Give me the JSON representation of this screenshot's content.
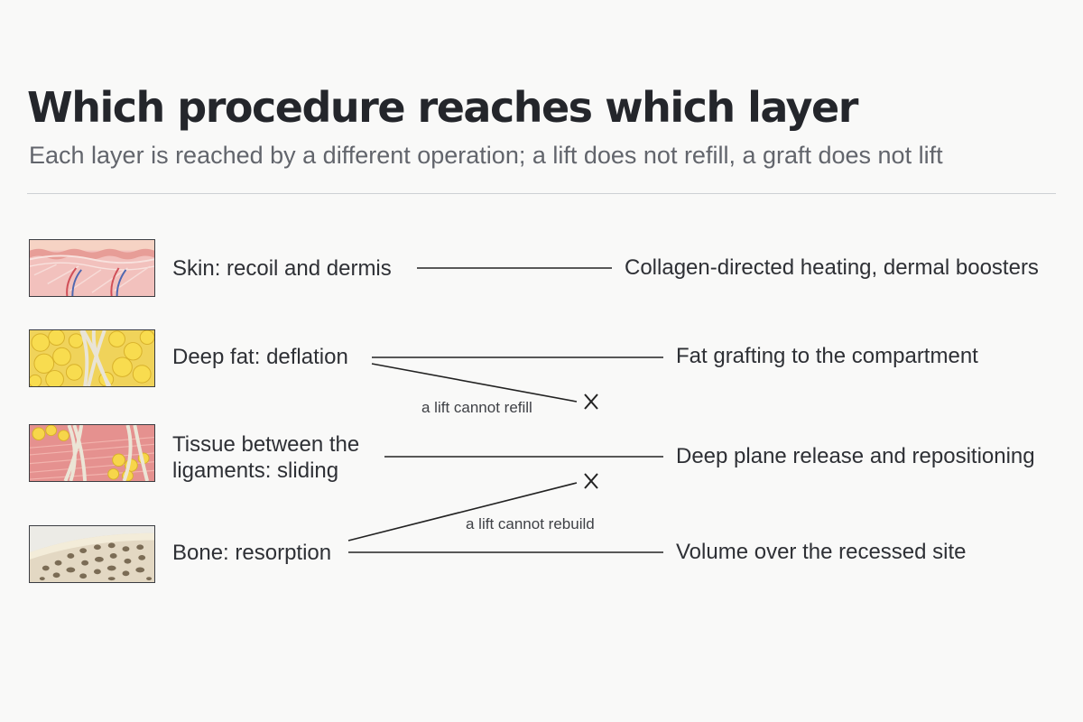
{
  "title": "Which procedure reaches which layer",
  "subtitle": "Each layer is reached by a different operation; a lift does not refill, a graft does not lift",
  "layers": [
    {
      "label": "Skin: recoil and dermis",
      "procedure": "Collagen-directed heating, dermal boosters",
      "image": "skin-cross-section"
    },
    {
      "label": "Deep fat: deflation",
      "procedure": "Fat grafting to the compartment",
      "image": "fat-lobules"
    },
    {
      "label": "Tissue between the ligaments: sliding",
      "procedure": "Deep plane release and repositioning",
      "image": "ligaments-and-muscle"
    },
    {
      "label": "Bone: resorption",
      "procedure": "Volume over the recessed site",
      "image": "porous-bone"
    }
  ],
  "blocked_notes": [
    {
      "text": "a lift cannot refill",
      "icon": "cross-mark-icon"
    },
    {
      "text": "a lift cannot rebuild",
      "icon": "cross-mark-icon"
    }
  ]
}
